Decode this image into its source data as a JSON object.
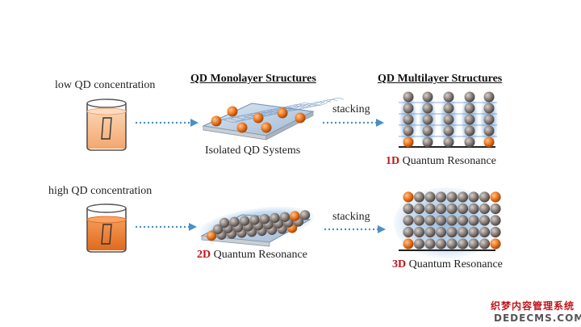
{
  "headings": {
    "monolayer": "QD Monolayer Structures",
    "multilayer": "QD Multilayer Structures"
  },
  "row_top": {
    "concentration": "low QD concentration",
    "stacking": "stacking",
    "monolayer_caption": "Isolated QD Systems",
    "multilayer_caption_dim": "1D",
    "multilayer_caption_text": " Quantum Resonance"
  },
  "row_bottom": {
    "concentration": "high QD concentration",
    "stacking": "stacking",
    "monolayer_caption_dim": "2D",
    "monolayer_caption_text": " Quantum Resonance",
    "multilayer_caption_dim": "3D",
    "multilayer_caption_text": " Quantum Resonance"
  },
  "watermark": {
    "line1": "织梦内容管理系统",
    "line2": "DEDECMS.COM"
  },
  "colors": {
    "arrow": "#4a90c8",
    "orange_dot": "#e8731f",
    "gray_dot": "#8a8a8a",
    "liquid_low": "#f6b98a",
    "liquid_high": "#ef7f35",
    "halo": "#9ec2e6",
    "accent_red": "#c0151b"
  }
}
